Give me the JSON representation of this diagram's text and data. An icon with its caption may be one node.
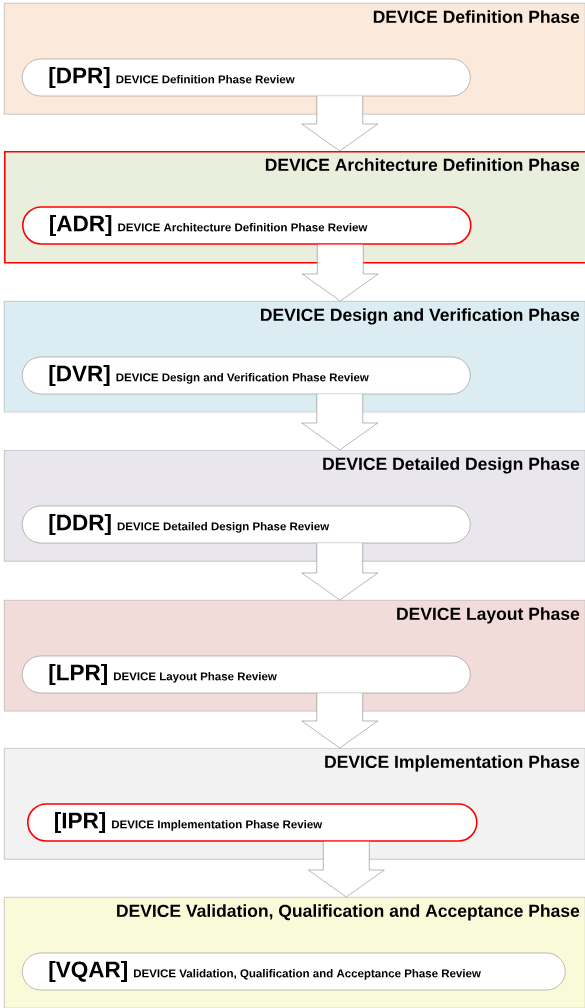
{
  "diagram": {
    "nodes": [
      {
        "text": [
          "DEVICE Definition Phase"
        ]
      },
      {
        "text": [
          "[DPR]",
          "DEVICE Definition Phase Review"
        ],
        "in": 0
      },
      {
        "text": [
          "DEVICE Architecture Definition Phase"
        ]
      },
      {
        "text": [
          "[ADR]",
          "DEVICE Architecture Definition Phase Review"
        ],
        "in": 2
      },
      {
        "text": [
          "DEVICE Design and Verification Phase"
        ]
      },
      {
        "text": [
          "[DVR]",
          "DEVICE Design and Verification Phase Review"
        ],
        "in": 4
      },
      {
        "text": [
          "DEVICE Detailed Design Phase"
        ]
      },
      {
        "text": [
          "[DDR]",
          "DEVICE Detailed Design Phase Review"
        ],
        "in": 6
      },
      {
        "text": [
          "DEVICE Layout Phase"
        ]
      },
      {
        "text": [
          "[LPR]",
          "DEVICE Layout Phase Review"
        ],
        "in": 8
      },
      {
        "text": [
          "DEVICE Implementation Phase"
        ]
      },
      {
        "text": [
          "[IPR]",
          "DEVICE Implementation Phase Review"
        ],
        "in": 10
      },
      {
        "text": [
          "DEVICE Validation, Qualification and Acceptance Phase"
        ]
      },
      {
        "text": [
          "[VQAR]",
          "DEVICE Validation, Qualification and Acceptance Phase Review"
        ],
        "in": 12
      }
    ],
    "edges": [
      {
        "from": 1,
        "to": 2,
        "arrow": "to"
      },
      {
        "from": 3,
        "to": 4,
        "arrow": "to"
      },
      {
        "from": 5,
        "to": 6,
        "arrow": "to"
      },
      {
        "from": 7,
        "to": 8,
        "arrow": "to"
      },
      {
        "from": 9,
        "to": 10,
        "arrow": "to"
      },
      {
        "from": 11,
        "to": 12,
        "arrow": "to"
      }
    ]
  }
}
